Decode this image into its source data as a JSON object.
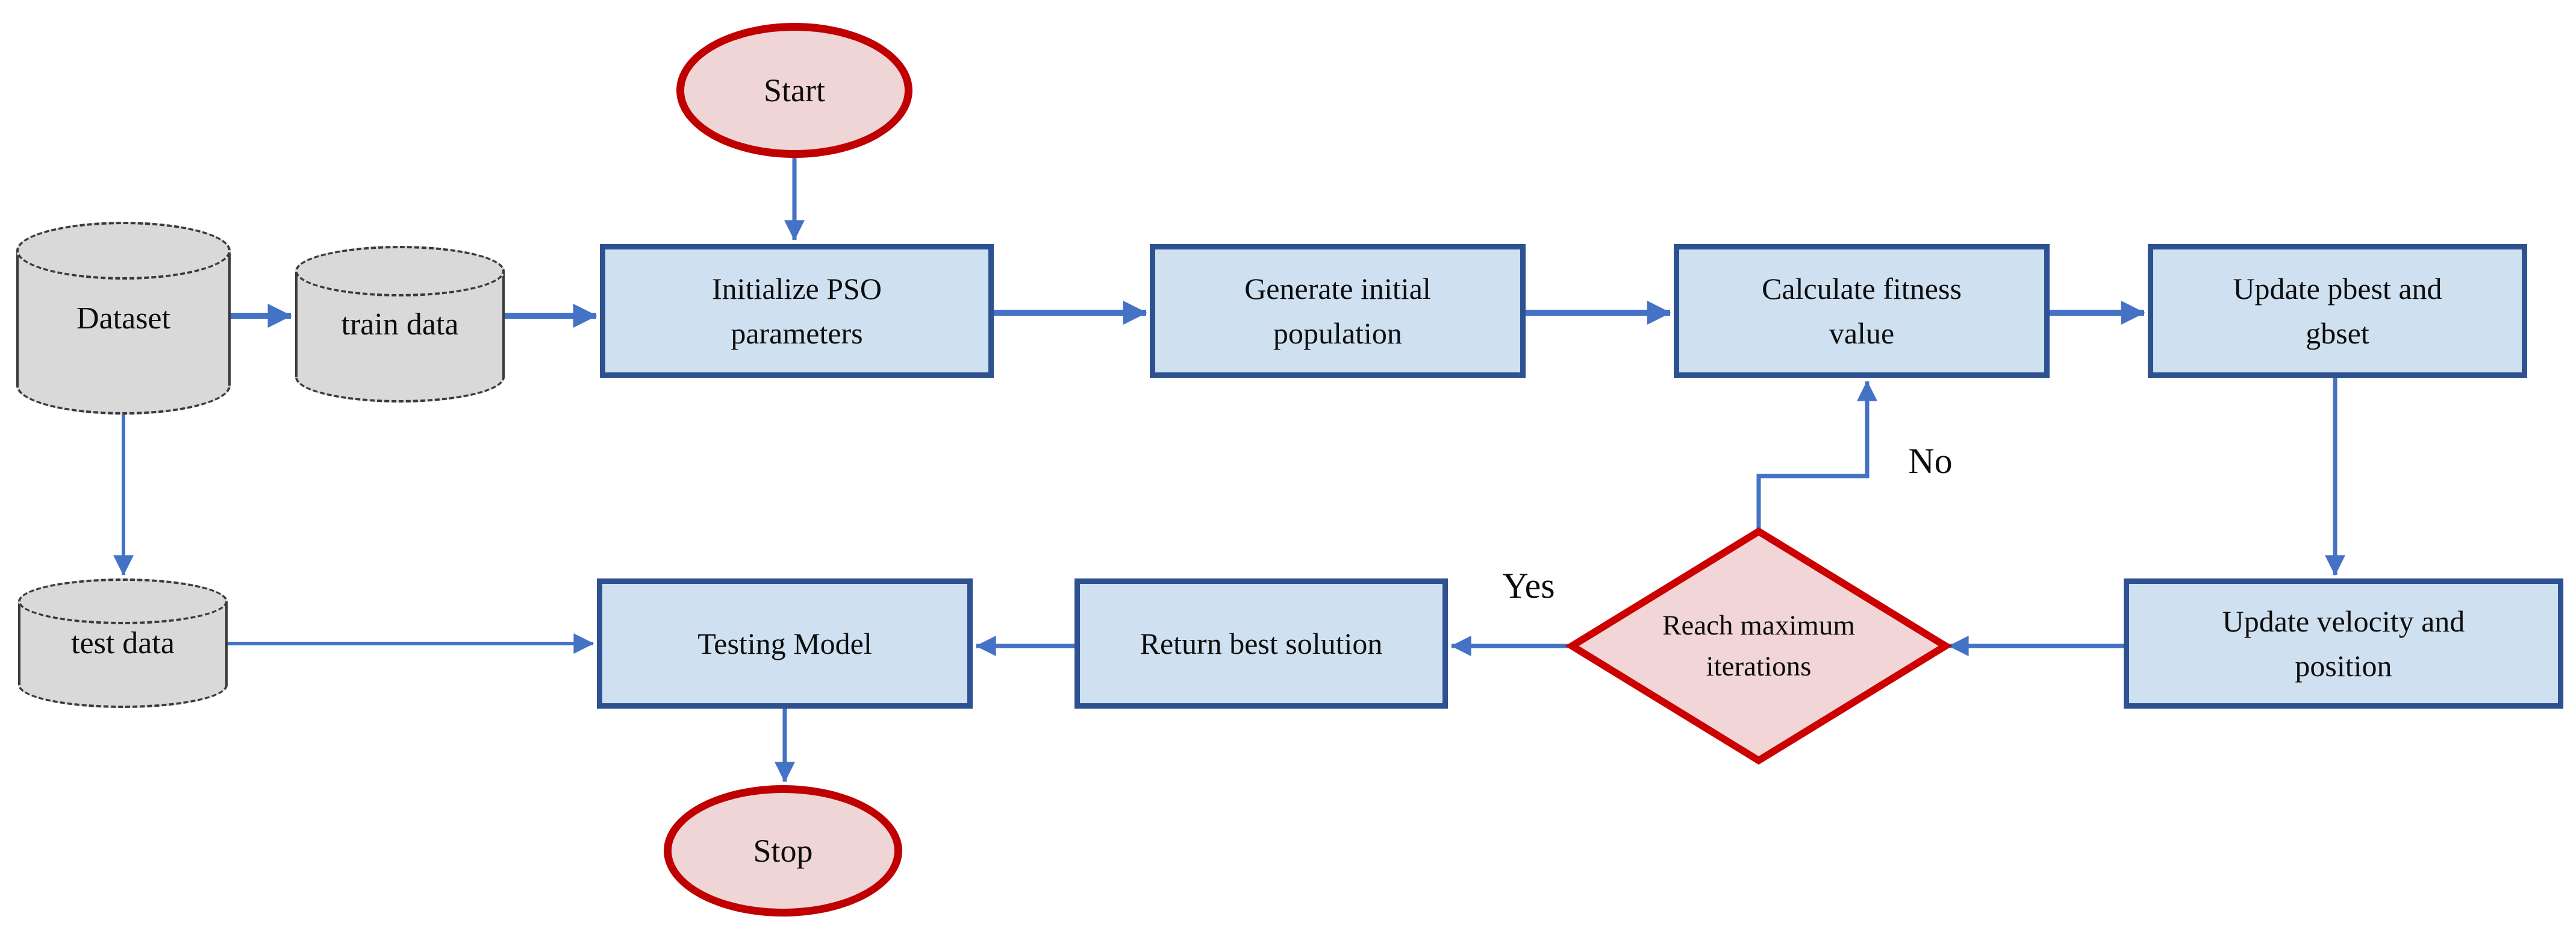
{
  "flowchart": {
    "nodes": {
      "start": "Start",
      "dataset": "Dataset",
      "train_data": "train data",
      "test_data": "test data",
      "initialize_pso": "Initialize PSO\nparameters",
      "generate_population": "Generate initial\npopulation",
      "calculate_fitness": "Calculate fitness\nvalue",
      "update_pbest_gbest": "Update pbest and\ngbset",
      "update_velocity_position": "Update velocity and\nposition",
      "decision_max_iterations": "Reach maximum\niterations",
      "return_best_solution": "Return best solution",
      "testing_model": "Testing Model",
      "stop": "Stop"
    },
    "edge_labels": {
      "yes": "Yes",
      "no": "No"
    },
    "colors": {
      "process_fill": "#cfe0f1",
      "process_border": "#2e5191",
      "terminator_fill": "#f0d5d6",
      "terminator_border": "#c00000",
      "decision_fill": "#f2d6d7",
      "decision_border": "#cc0000",
      "datastore_fill": "#d9d9d9",
      "datastore_border": "#3a3a3a",
      "connector": "#4472c4",
      "text": "#0d0d0d"
    }
  }
}
